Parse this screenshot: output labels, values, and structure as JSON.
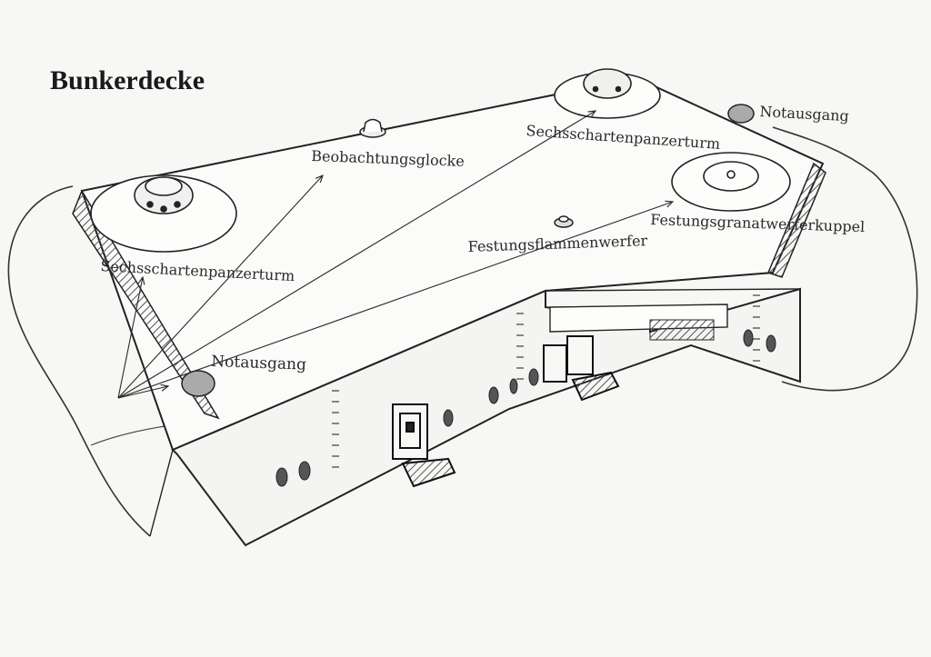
{
  "title": "Bunkerdecke",
  "labels": {
    "turret_left": "Sechsschartenpanzerturm",
    "turret_right": "Sechsschartenpanzerturm",
    "observation_bell": "Beobachtungsglocke",
    "emergency_exit_left": "Notausgang",
    "emergency_exit_right": "Notausgang",
    "flamethrower": "Festungsflammenwerfer",
    "mortar_dome": "Festungsgranatwerferkuppel"
  },
  "colors": {
    "ink": "#2a2a2a",
    "paper": "#f7f7f5",
    "shade": "#8a8a8a"
  }
}
